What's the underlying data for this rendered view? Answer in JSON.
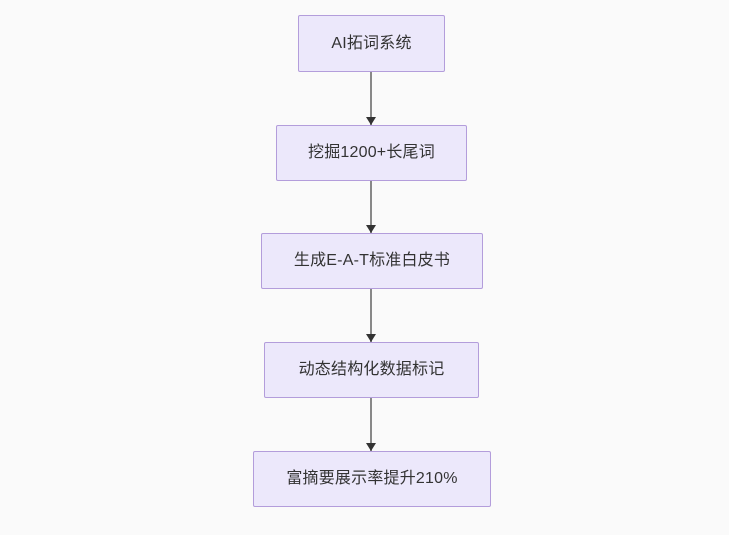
{
  "diagram": {
    "type": "flowchart",
    "direction": "top-to-bottom",
    "background_color": "#fafafa",
    "node_fill_color": "#ece8fb",
    "node_border_color": "#b39ddb",
    "node_text_color": "#333333",
    "edge_line_color": "#888888",
    "edge_arrow_color": "#333333",
    "nodes": [
      {
        "id": "n1",
        "label": "AI拓词系统"
      },
      {
        "id": "n2",
        "label": "挖掘1200+长尾词"
      },
      {
        "id": "n3",
        "label": "生成E-A-T标准白皮书"
      },
      {
        "id": "n4",
        "label": "动态结构化数据标记"
      },
      {
        "id": "n5",
        "label": "富摘要展示率提升210%"
      }
    ],
    "edges": [
      {
        "from": "n1",
        "to": "n2"
      },
      {
        "from": "n2",
        "to": "n3"
      },
      {
        "from": "n3",
        "to": "n4"
      },
      {
        "from": "n4",
        "to": "n5"
      }
    ]
  }
}
